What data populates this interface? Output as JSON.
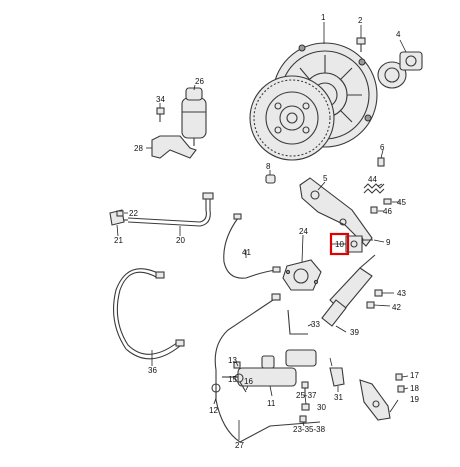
{
  "highlight": {
    "label": "10",
    "color": "#e00000"
  },
  "callouts": [
    "1",
    "2",
    "4",
    "5",
    "6",
    "8",
    "9",
    "11",
    "12",
    "13",
    "15",
    "16",
    "17",
    "18",
    "19",
    "20",
    "21",
    "22",
    "23-35-38",
    "24",
    "25-37",
    "26",
    "27",
    "28",
    "30",
    "31",
    "33",
    "34",
    "36",
    "39",
    "41",
    "42",
    "43",
    "44",
    "45",
    "46",
    "10"
  ]
}
